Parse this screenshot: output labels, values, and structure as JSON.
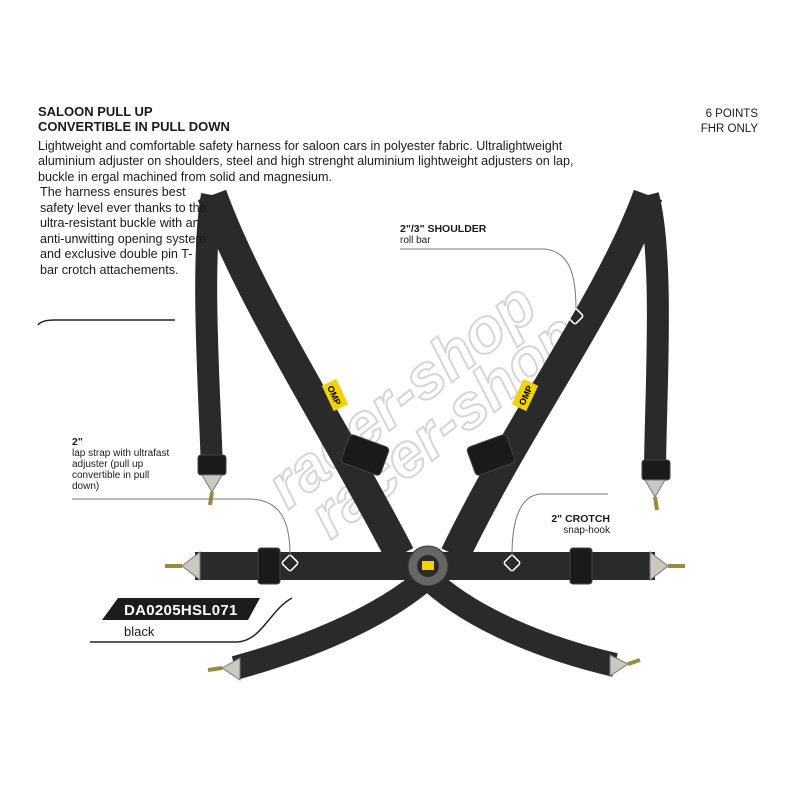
{
  "product": {
    "title_line1": "SALOON PULL UP",
    "title_line2": "CONVERTIBLE IN PULL DOWN",
    "description": "Lightweight and comfortable safety harness for saloon cars in polyester fabric. Ultralightweight aluminium adjuster on shoulders, steel and high strenght aluminium lightweight adjusters on lap, buckle in ergal machined from solid and magnesium.",
    "description_2": "The harness ensures best safety level ever thanks to the ultra-resistant buckle with an anti-unwitting opening system and exclusive double pin T-bar crotch attachements.",
    "points": "6 POINTS",
    "fhr": "FHR ONLY",
    "code": "DA0205HSL071",
    "color_name": "black"
  },
  "callouts": {
    "shoulder": {
      "title": "2\"/3\" SHOULDER",
      "sub": "roll bar"
    },
    "lap": {
      "title": "2\"",
      "sub": "lap strap with ultrafast adjuster (pull up convertible in pull down)"
    },
    "crotch": {
      "title": "2\" CROTCH",
      "sub": "snap-hook"
    }
  },
  "logos": {
    "brand": "OMP",
    "watermark": "racer-shop"
  },
  "colors": {
    "strap": "#2b2a2b",
    "label_bg": "#1c1c1c",
    "omp_yellow": "#f2d200",
    "hardware": "#b9b9b0"
  }
}
